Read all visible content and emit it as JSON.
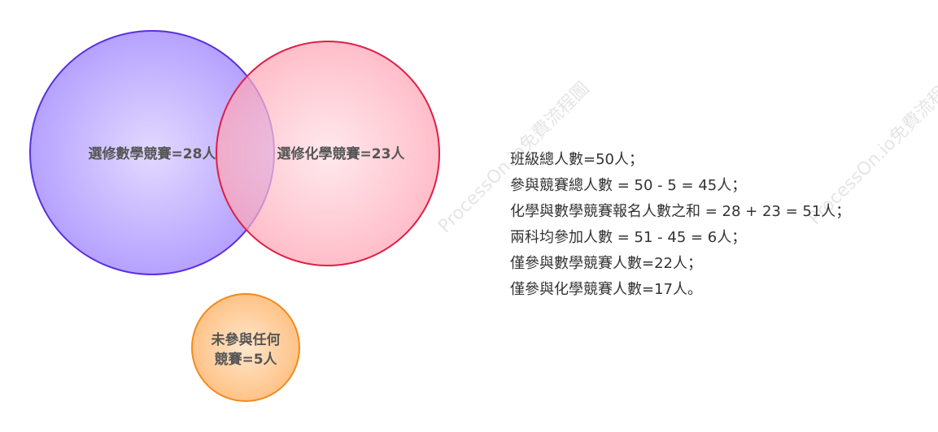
{
  "watermark": "ProcessOn.io免費流程圖",
  "circles": {
    "math": {
      "label": "選修數學競賽=28人",
      "fill": "#b9a6ff",
      "stroke": "#5a2fe0"
    },
    "chemistry": {
      "label": "選修化學競賽=23人",
      "fill": "#ffb3bf",
      "stroke": "#e01e46"
    },
    "none": {
      "label_line1": "未參與任何",
      "label_line2": "競賽=5人",
      "fill": "#ffcc99",
      "stroke": "#f28a1e"
    }
  },
  "notes": [
    "班級總人數=50人；",
    "參與競賽總人數 = 50 - 5 = 45人；",
    "化學與數學競賽報名人數之和 = 28 + 23 = 51人；",
    "兩科均參加人數 = 51 - 45 = 6人；",
    "僅參與數學競賽人數=22人；",
    "僅參與化學競賽人數=17人。"
  ]
}
